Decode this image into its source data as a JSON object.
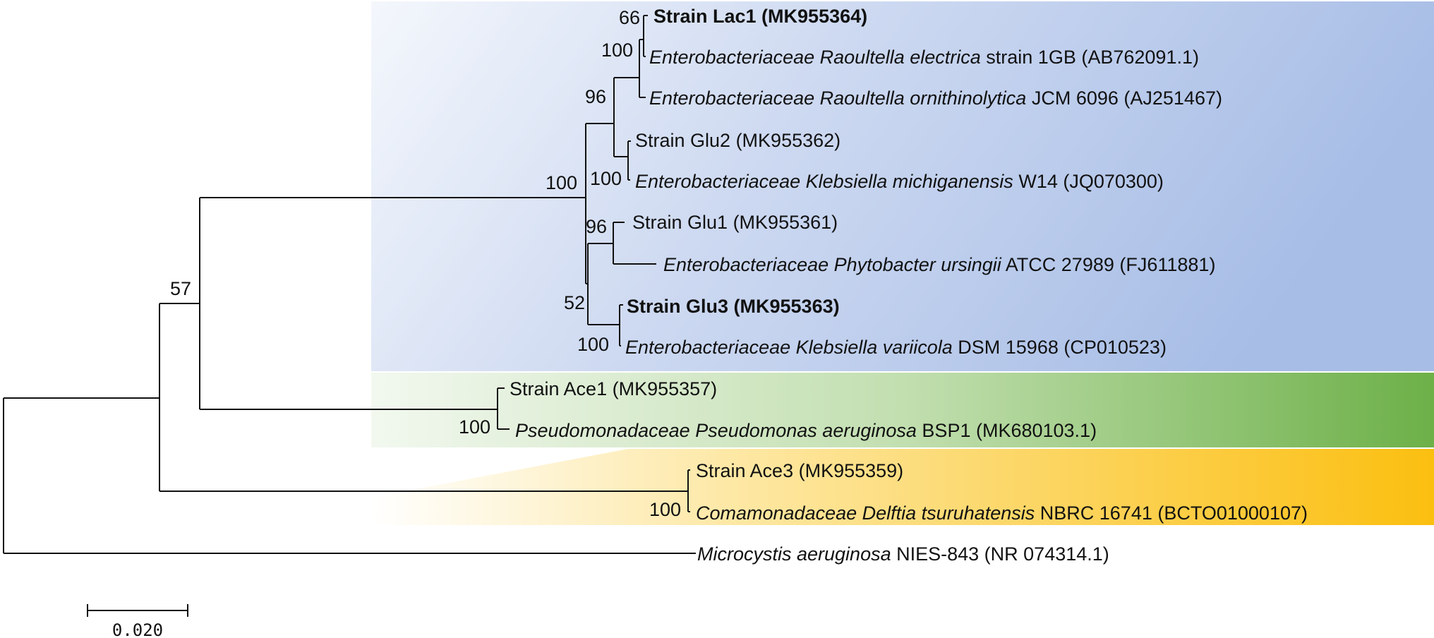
{
  "taxa": [
    {
      "id": "lac1",
      "segments": [
        {
          "text": "Strain Lac1 (MK955364)",
          "style": "bold"
        }
      ]
    },
    {
      "id": "r_electrica",
      "segments": [
        {
          "text": "Enterobacteriaceae Raoultella electrica",
          "style": "italic"
        },
        {
          "text": " strain 1GB (AB762091.1)",
          "style": "normal"
        }
      ]
    },
    {
      "id": "r_ornithinolytica",
      "segments": [
        {
          "text": "Enterobacteriaceae Raoultella ornithinolytica",
          "style": "italic"
        },
        {
          "text": " JCM 6096 (AJ251467)",
          "style": "normal"
        }
      ]
    },
    {
      "id": "glu2",
      "segments": [
        {
          "text": "Strain Glu2 (MK955362)",
          "style": "normal"
        }
      ]
    },
    {
      "id": "k_michiganensis",
      "segments": [
        {
          "text": "Enterobacteriaceae Klebsiella michiganensis",
          "style": "italic"
        },
        {
          "text": " W14 (JQ070300)",
          "style": "normal"
        }
      ]
    },
    {
      "id": "glu1",
      "segments": [
        {
          "text": "Strain Glu1 (MK955361)",
          "style": "normal"
        }
      ]
    },
    {
      "id": "p_ursingii",
      "segments": [
        {
          "text": "Enterobacteriaceae Phytobacter ursingii",
          "style": "italic"
        },
        {
          "text": " ATCC 27989 (FJ611881)",
          "style": "normal"
        }
      ]
    },
    {
      "id": "glu3",
      "segments": [
        {
          "text": "Strain Glu3 (MK955363)",
          "style": "bold"
        }
      ]
    },
    {
      "id": "k_variicola",
      "segments": [
        {
          "text": "Enterobacteriaceae Klebsiella variicola",
          "style": "italic"
        },
        {
          "text": " DSM 15968 (CP010523)",
          "style": "normal"
        }
      ]
    },
    {
      "id": "ace1",
      "segments": [
        {
          "text": "Strain Ace1 (MK955357)",
          "style": "normal"
        }
      ]
    },
    {
      "id": "p_aeruginosa",
      "segments": [
        {
          "text": "Pseudomonadaceae Pseudomonas aeruginosa",
          "style": "italic"
        },
        {
          "text": " BSP1 (MK680103.1)",
          "style": "normal"
        }
      ]
    },
    {
      "id": "ace3",
      "segments": [
        {
          "text": "Strain Ace3 (MK955359)",
          "style": "normal"
        }
      ]
    },
    {
      "id": "d_tsuruhatensis",
      "segments": [
        {
          "text": "Comamonadaceae Delftia tsuruhatensis",
          "style": "italic"
        },
        {
          "text": " NBRC 16741 (BCTO01000107)",
          "style": "normal"
        }
      ]
    },
    {
      "id": "m_aeruginosa",
      "segments": [
        {
          "text": "Microcystis aeruginosa",
          "style": "italic"
        },
        {
          "text": " NIES-843 (NR 074314.1)",
          "style": "normal"
        }
      ]
    }
  ],
  "bootstrap": [
    {
      "id": "bs_lac1_electrica",
      "value": "66"
    },
    {
      "id": "bs_raoultella",
      "value": "100"
    },
    {
      "id": "bs_raoultella_klebsiella",
      "value": "96"
    },
    {
      "id": "bs_glu2_michiganensis",
      "value": "100"
    },
    {
      "id": "bs_entero_root",
      "value": "100"
    },
    {
      "id": "bs_glu1_ursingii",
      "value": "96"
    },
    {
      "id": "bs_lower_entero",
      "value": "52"
    },
    {
      "id": "bs_glu3_variicola",
      "value": "100"
    },
    {
      "id": "bs_ingroup",
      "value": "57"
    },
    {
      "id": "bs_ace1_pseudomonas",
      "value": "100"
    },
    {
      "id": "bs_ace3_delftia",
      "value": "100"
    }
  ],
  "scale_bar": {
    "label": "0.020"
  },
  "clades": [
    {
      "id": "enterobacteriaceae",
      "color_start": "#f4f7fc",
      "color_end": "#a7bde6"
    },
    {
      "id": "pseudomonadaceae",
      "color_start": "#f2f8ef",
      "color_end": "#6db048"
    },
    {
      "id": "comamonadaceae",
      "color_start": "#ffffff",
      "color_end": "#fbbf10"
    }
  ]
}
